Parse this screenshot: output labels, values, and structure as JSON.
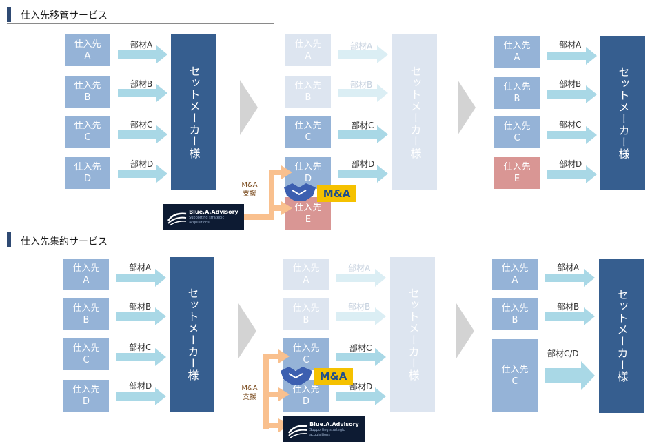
{
  "sections": [
    {
      "title": "仕入先移管サービス"
    },
    {
      "title": "仕入先集約サービス"
    }
  ],
  "supplier_prefix": "仕入先",
  "letters": {
    "A": "A",
    "B": "B",
    "C": "C",
    "D": "D",
    "E": "E"
  },
  "parts": {
    "A": "部材A",
    "B": "部材B",
    "C": "部材C",
    "D": "部材D",
    "CD": "部材C/D"
  },
  "maker_label": "セットメーカー様",
  "ma_label": "M&A",
  "support_label": [
    "M&A",
    "支援"
  ],
  "logo": {
    "name": "Blue.A.Advisory",
    "tagline": "Supporting strategic acquisitions"
  },
  "colors": {
    "supplier": "#95b3d7",
    "maker": "#365e8f",
    "faint": "#dde5f0",
    "new_supplier": "#d99694",
    "arrow": "#a9d8e6",
    "ma_badge": "#f5c100",
    "support_arrow": "#f9c08e"
  }
}
